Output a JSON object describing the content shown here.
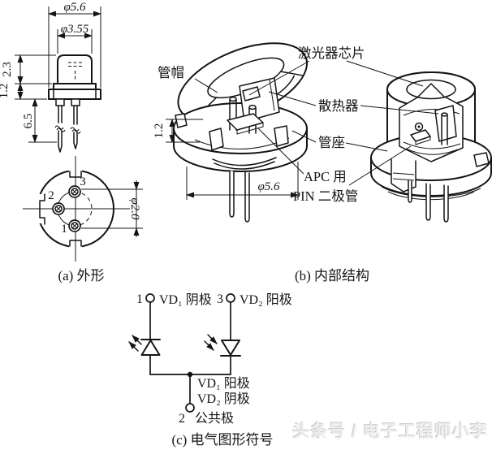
{
  "colors": {
    "ink": "#141414",
    "background": "#ffffff",
    "watermark_gray": "#ededed"
  },
  "panel_a": {
    "caption": "(a) 外形",
    "side_view": {
      "dim_outer_dia": "φ5.6",
      "dim_cap_dia": "φ3.55",
      "dim_cap_height": "2.3",
      "dim_flange_height": "1.2",
      "dim_lead_length": "6.5"
    },
    "bottom_view": {
      "pin1": "1",
      "pin2": "2",
      "pin3": "3",
      "dim_pin_dia": "φ2.0"
    }
  },
  "panel_b": {
    "caption": "(b) 内部结构",
    "labels": {
      "cap": "管帽",
      "laser_chip": "激光器芯片",
      "heat_sink": "散热器",
      "header": "管座",
      "apc_line1": "APC 用",
      "apc_line2": "PIN 二极管"
    },
    "dims": {
      "flange_height": "1.2",
      "flange_dia": "φ5.6"
    }
  },
  "panel_c": {
    "caption": "(c) 电气图形符号",
    "pin1_num": "1",
    "pin1_label": "VD₁ 阴极",
    "pin3_num": "3",
    "pin3_label": "VD₂ 阳极",
    "junction_label1": "VD₁ 阳极",
    "junction_label2": "VD₂ 阴极",
    "pin2_num": "2",
    "pin2_label": "公共极"
  },
  "watermark": {
    "text": "头条号 / 电子工程师小李"
  }
}
